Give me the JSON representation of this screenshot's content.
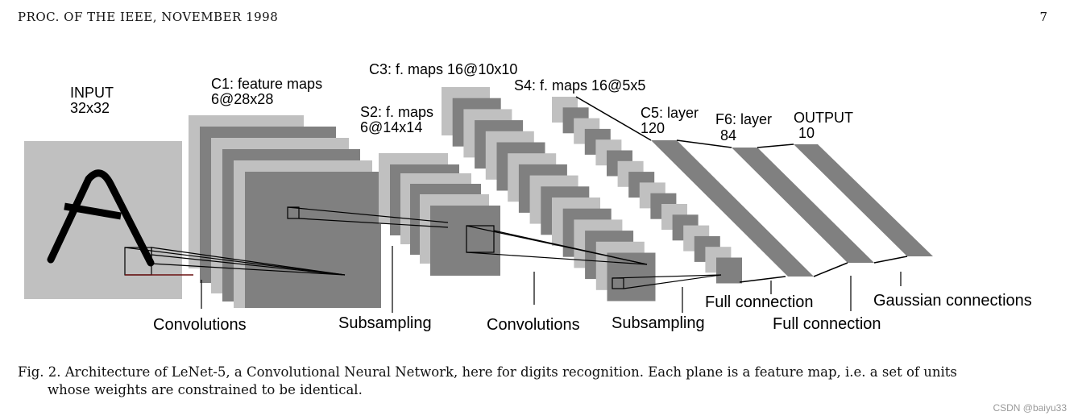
{
  "header": {
    "journal": "PROC. OF THE IEEE, NOVEMBER 1998",
    "page_number": "7"
  },
  "diagram": {
    "input": {
      "title": "INPUT",
      "size": "32x32"
    },
    "c1": {
      "title": "C1: feature maps",
      "size": "6@28x28"
    },
    "s2": {
      "title": "S2: f. maps",
      "size": "6@14x14"
    },
    "c3": {
      "title": "C3: f. maps 16@10x10"
    },
    "s4": {
      "title": "S4: f. maps 16@5x5"
    },
    "c5": {
      "title": "C5: layer",
      "size": "120"
    },
    "f6": {
      "title": "F6: layer",
      "size": "84"
    },
    "output": {
      "title": "OUTPUT",
      "size": "10"
    },
    "operations": {
      "convolutions_1": "Convolutions",
      "subsampling_1": "Subsampling",
      "convolutions_2": "Convolutions",
      "subsampling_2": "Subsampling",
      "full_connection_1": "Full connection",
      "full_connection_2": "Full connection",
      "gaussian": "Gaussian connections"
    },
    "colors": {
      "light_plane": "#c0c0c0",
      "dark_plane": "#808080",
      "stroke": "#000000"
    }
  },
  "caption": {
    "line1": "Fig. 2.   Architecture of LeNet-5, a Convolutional Neural Network, here for digits recognition. Each plane is a feature map, i.e. a set of units",
    "line2": "whose weights are constrained to be identical."
  },
  "watermark": "CSDN @baiyu33"
}
